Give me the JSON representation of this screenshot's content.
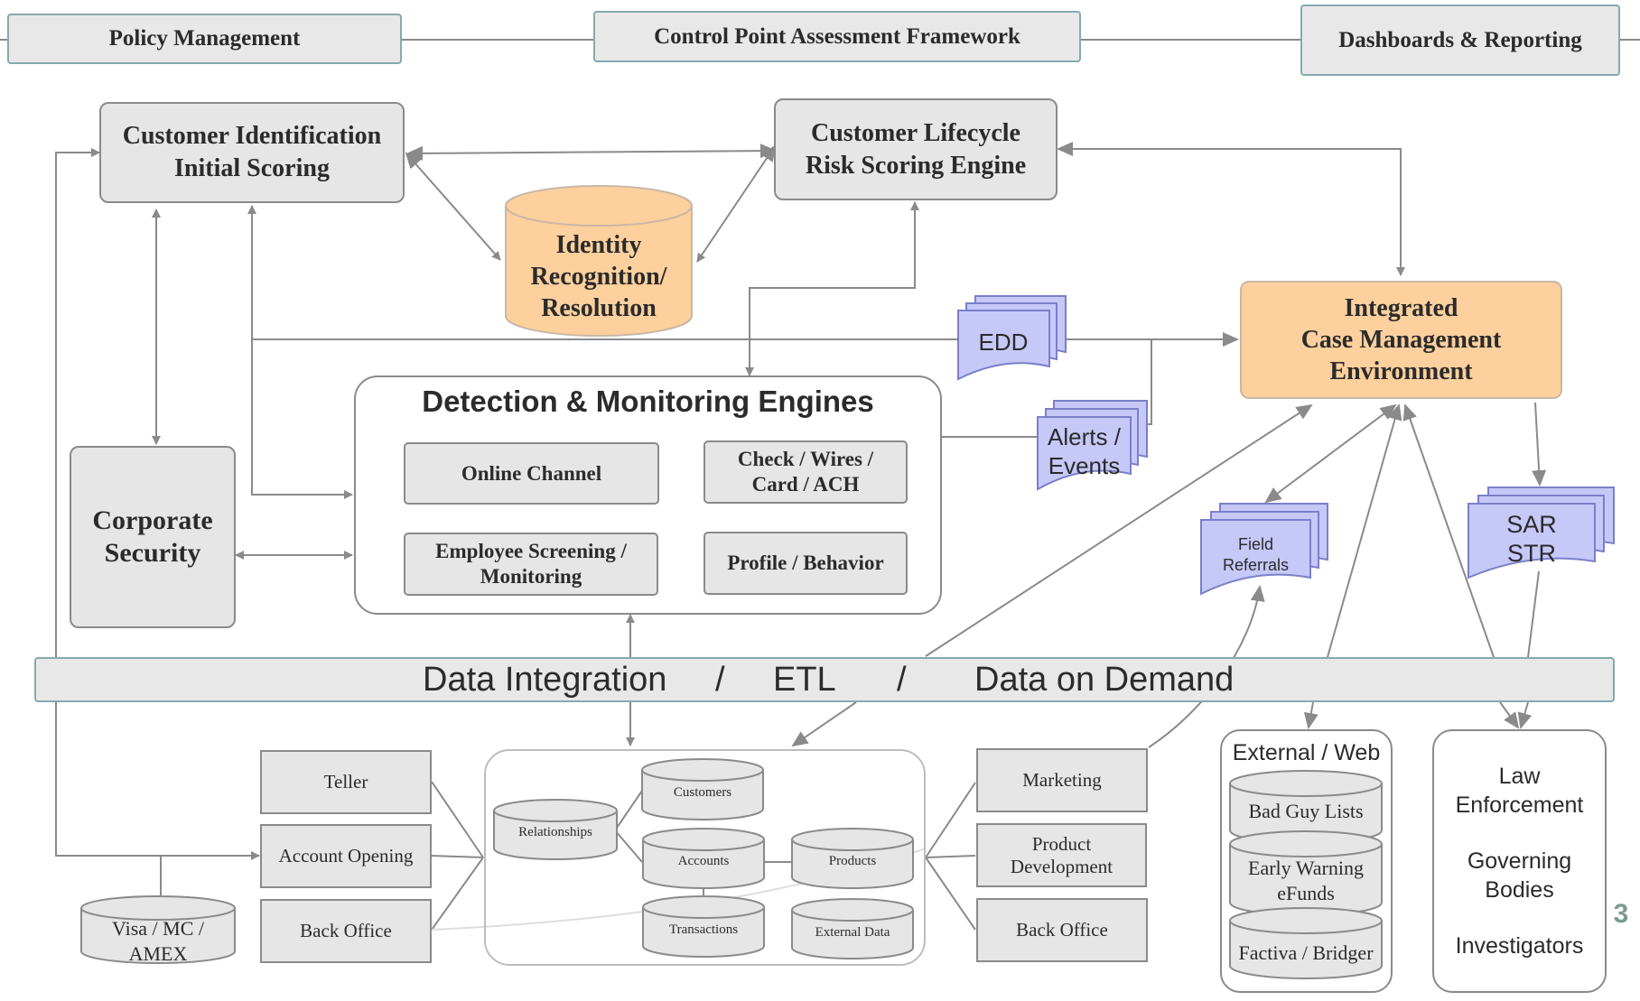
{
  "header": {
    "policy_management": "Policy Management",
    "control_point": "Control Point Assessment Framework",
    "dashboards": "Dashboards & Reporting"
  },
  "customer_identification": {
    "line1": "Customer  Identification",
    "line2": "Initial Scoring"
  },
  "lifecycle_engine": {
    "line1": "Customer Lifecycle",
    "line2": "Risk Scoring Engine"
  },
  "identity_recognition": {
    "line1": "Identity",
    "line2": "Recognition/",
    "line3": "Resolution"
  },
  "case_management": {
    "line1": "Integrated",
    "line2": "Case Management",
    "line3": "Environment"
  },
  "corporate_security": {
    "line1": "Corporate",
    "line2": "Security"
  },
  "detection": {
    "title": "Detection & Monitoring Engines",
    "online_channel": "Online Channel",
    "check_wires": {
      "line1": "Check / Wires /",
      "line2": "Card / ACH"
    },
    "employee_screening": {
      "line1": "Employee Screening /",
      "line2": "Monitoring"
    },
    "profile_behavior": "Profile / Behavior"
  },
  "documents": {
    "edd": "EDD",
    "alerts": {
      "line1": "Alerts /",
      "line2": "Events"
    },
    "field_referrals": {
      "line1": "Field",
      "line2": "Referrals"
    },
    "sar": {
      "line1": "SAR",
      "line2": "STR"
    }
  },
  "etl_bar": {
    "part1": "Data Integration",
    "sep1": "/",
    "part2": "ETL",
    "sep2": "/",
    "part3": "Data on Demand"
  },
  "sources_left": {
    "teller": "Teller",
    "account_opening": "Account Opening",
    "back_office": "Back Office"
  },
  "visa": {
    "line1": "Visa / MC /",
    "line2": "AMEX"
  },
  "databases": {
    "relationships": "Relationships",
    "customers": "Customers",
    "accounts": "Accounts",
    "products": "Products",
    "transactions": "Transactions",
    "external_data": "External Data"
  },
  "sources_right": {
    "marketing": "Marketing",
    "product_development": {
      "line1": "Product",
      "line2": "Development"
    },
    "back_office": "Back Office"
  },
  "external_web": {
    "title": "External / Web",
    "bad_guy_lists": "Bad Guy Lists",
    "early_warning": {
      "line1": "Early Warning",
      "line2": "eFunds"
    },
    "factiva": "Factiva / Bridger"
  },
  "authorities": {
    "law1": "Law",
    "law2": "Enforcement",
    "gov1": "Governing",
    "gov2": "Bodies",
    "investigators": "Investigators"
  },
  "page_number": "3",
  "colors": {
    "header_border": "#86a9ad",
    "box_fill": "#e6e6e6",
    "orange_fill": "#fdd09d",
    "document_fill": "#c6c8f8",
    "document_border": "#7b7fc9",
    "connector": "#8a8a8a",
    "page_number": "#7b9c8c"
  }
}
